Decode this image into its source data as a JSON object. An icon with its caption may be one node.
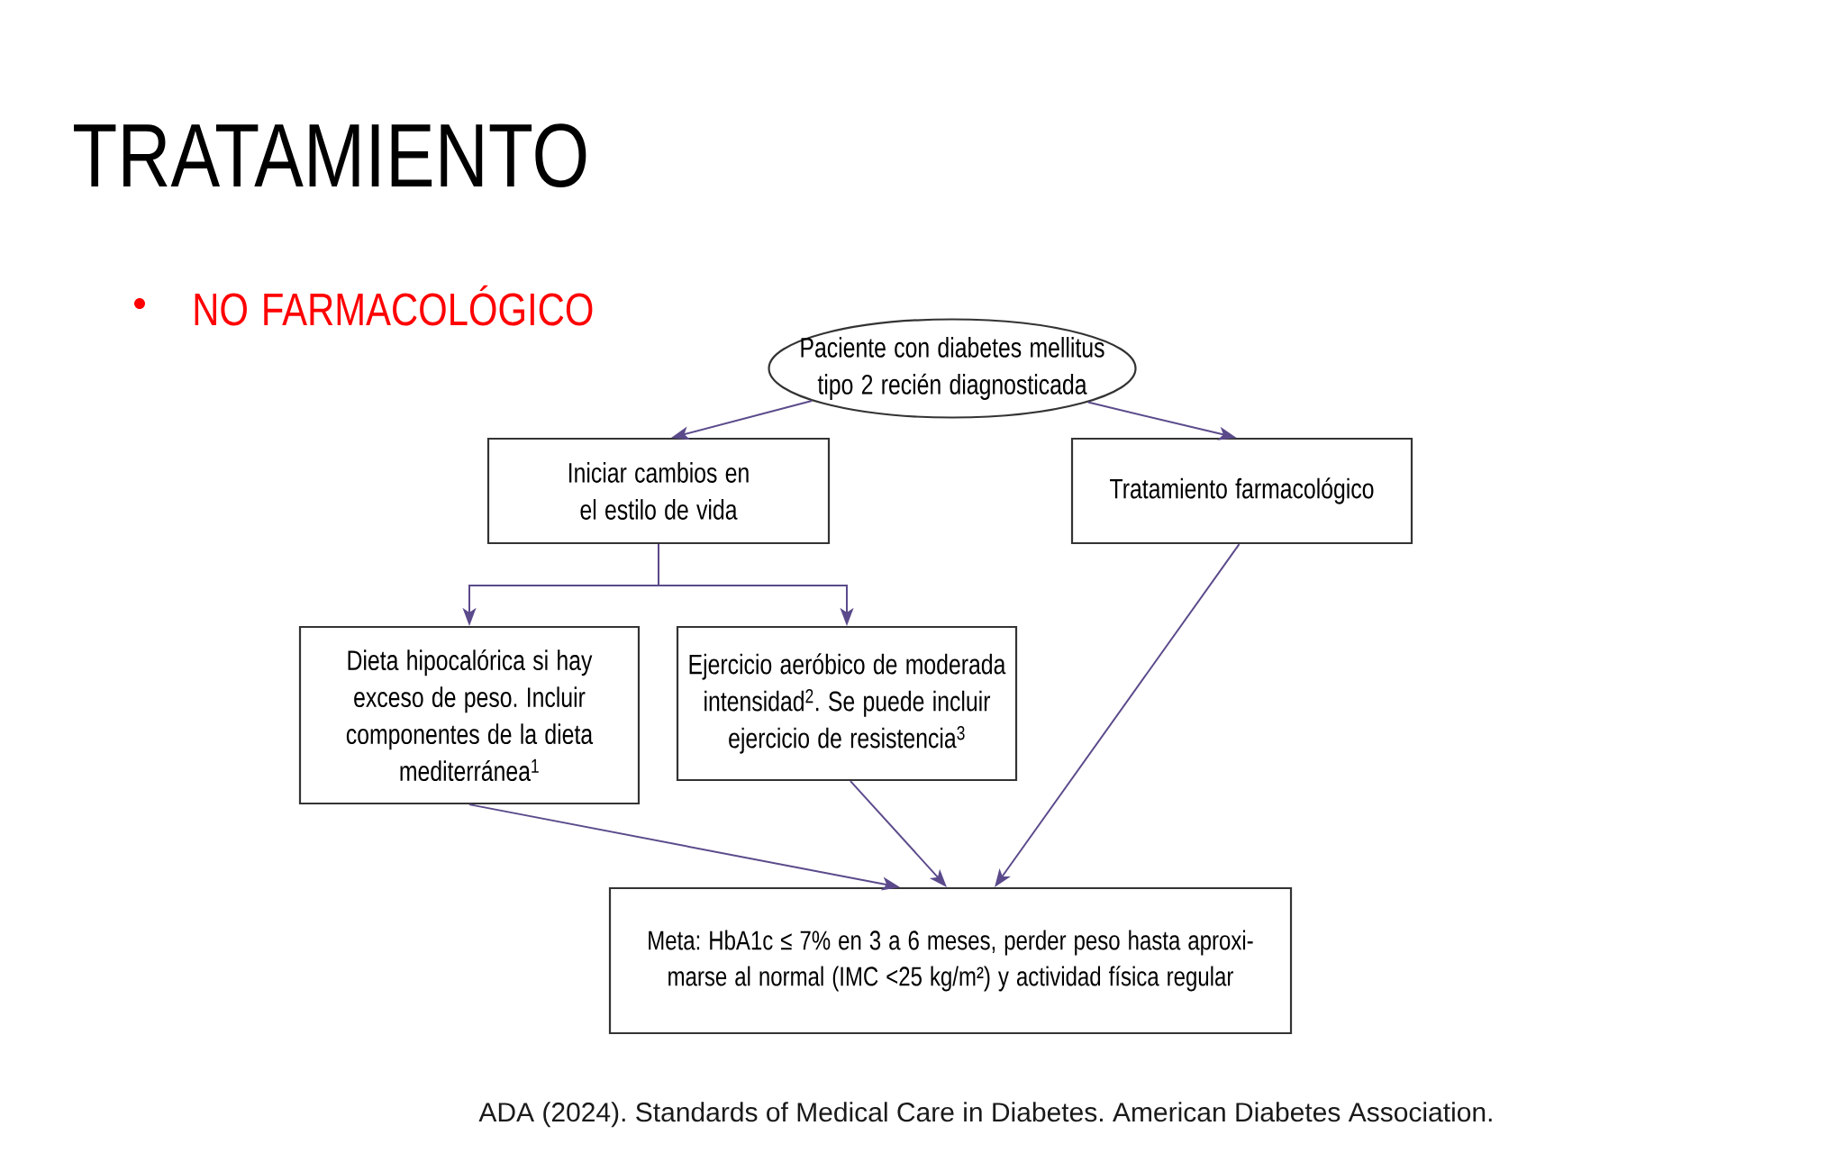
{
  "diagram": {
    "title": "TRATAMIENTO",
    "nodes": [
      {
        "text": [
          "Paciente con diabetes mellitus tipo 2 recién diagnosticada"
        ]
      },
      {
        "text": [
          "Iniciar cambios en el estilo de vida"
        ]
      },
      {
        "text": [
          "Tratamiento farmacológico"
        ]
      },
      {
        "text": [
          "Dieta hipocalórica si hay exceso de peso. Incluir componentes de la dieta mediterránea$^{1}$"
        ]
      },
      {
        "text": [
          "Ejercicio aeróbico de moderada intensidad$^{2}$. Se puede incluir ejercicio de resistencia$^{3}$"
        ]
      },
      {
        "text": [
          "Meta: HbA1c ≤ 7% en 3 a 6 meses, perder peso hasta aproxi- marse al normal (IMC <25 kg/m²) y actividad física regular"
        ]
      }
    ],
    "edges": [
      {
        "from": 0,
        "to": 1,
        "arrow": "to"
      },
      {
        "from": 0,
        "to": 2,
        "arrow": "to"
      },
      {
        "from": 1,
        "to": 3,
        "arrow": "to"
      },
      {
        "from": 1,
        "to": 4,
        "arrow": "to"
      },
      {
        "from": 3,
        "to": 5,
        "arrow": "to"
      },
      {
        "from": 4,
        "to": 5,
        "arrow": "to"
      },
      {
        "from": 2,
        "to": 5,
        "arrow": "to"
      }
    ],
    "labels": [
      "NO FARMACOLÓGICO"
    ],
    "caption": "ADA (2024). Standards of Medical Care in Diabetes. American Diabetes Association."
  }
}
